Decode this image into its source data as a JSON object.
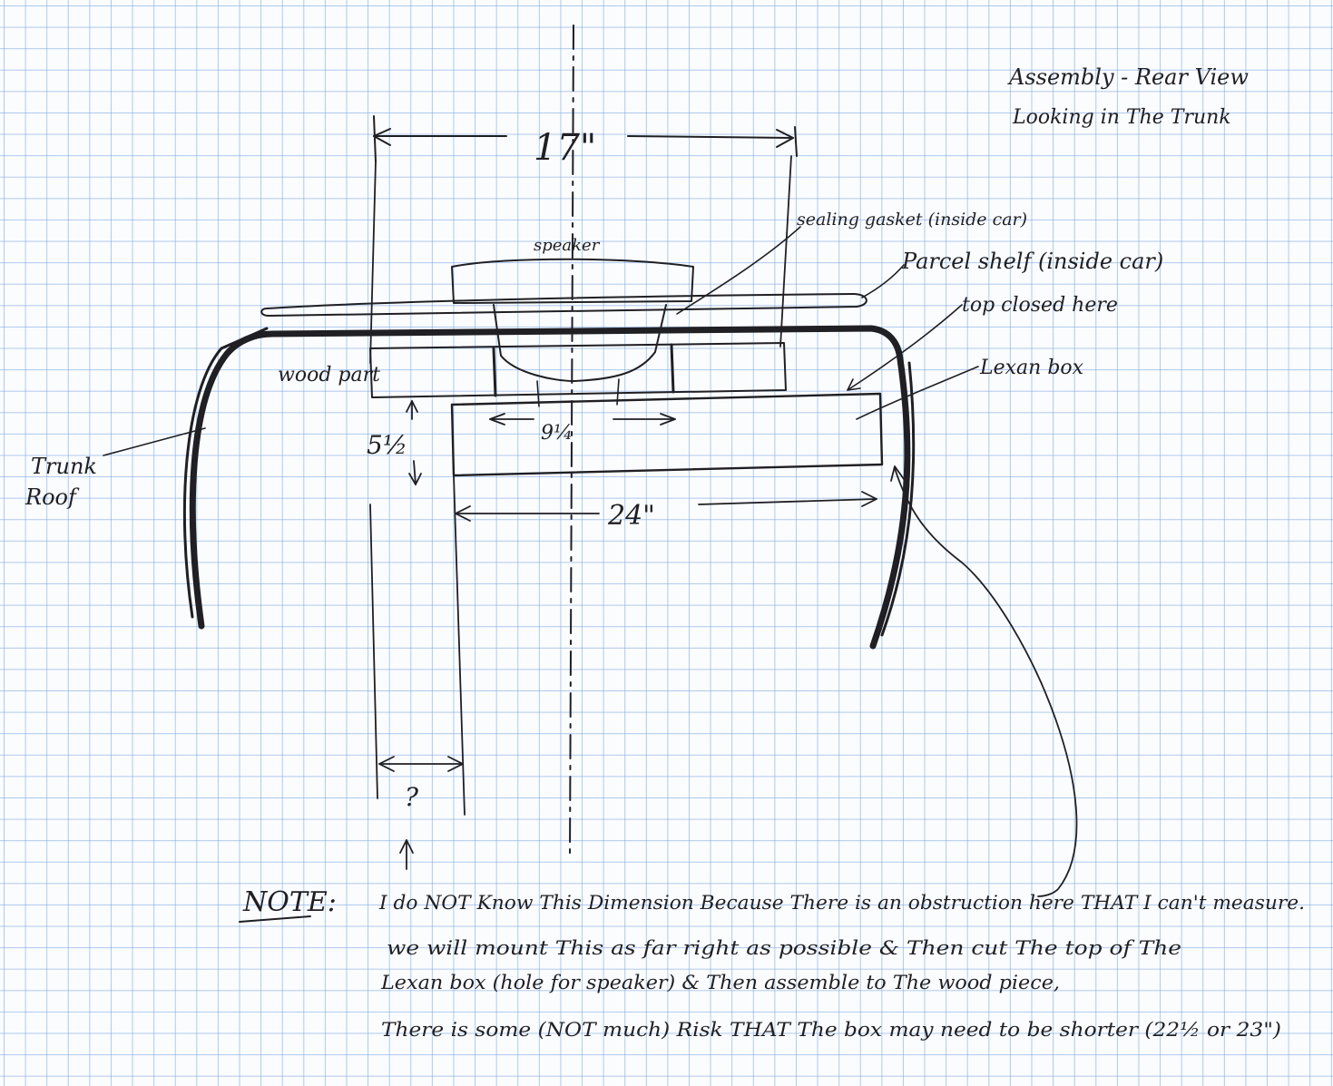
{
  "title": {
    "line1": "Assembly - Rear View",
    "line2": "Looking in The Trunk"
  },
  "labels": {
    "dim_17": "17\"",
    "speaker": "speaker",
    "sealing_gasket": "sealing gasket (inside car)",
    "parcel_shelf": "Parcel shelf (inside car)",
    "top_closed": "top closed here",
    "lexan_box": "Lexan box",
    "wood_part": "wood part",
    "dim_9_1_4": "9¼",
    "dim_5_1_2": "5½",
    "trunk_roof_1": "Trunk",
    "trunk_roof_2": "Roof",
    "dim_24": "24\"",
    "unknown_dim": "?"
  },
  "note": {
    "heading": "NOTE:",
    "line1": "I do NOT Know This Dimension Because There is an obstruction here  THAT I can't measure.",
    "line2": "we will mount This as far right as possible & Then  cut The top of The",
    "line3": "Lexan box  (hole for speaker) & Then assemble to The wood piece,",
    "line4": "There is some (NOT much) Risk THAT The box may need to be shorter (22½ or 23\")"
  },
  "colors": {
    "ink": "#1f1f24",
    "grid": "#6ea0dc",
    "paper": "#fbfcfe"
  }
}
